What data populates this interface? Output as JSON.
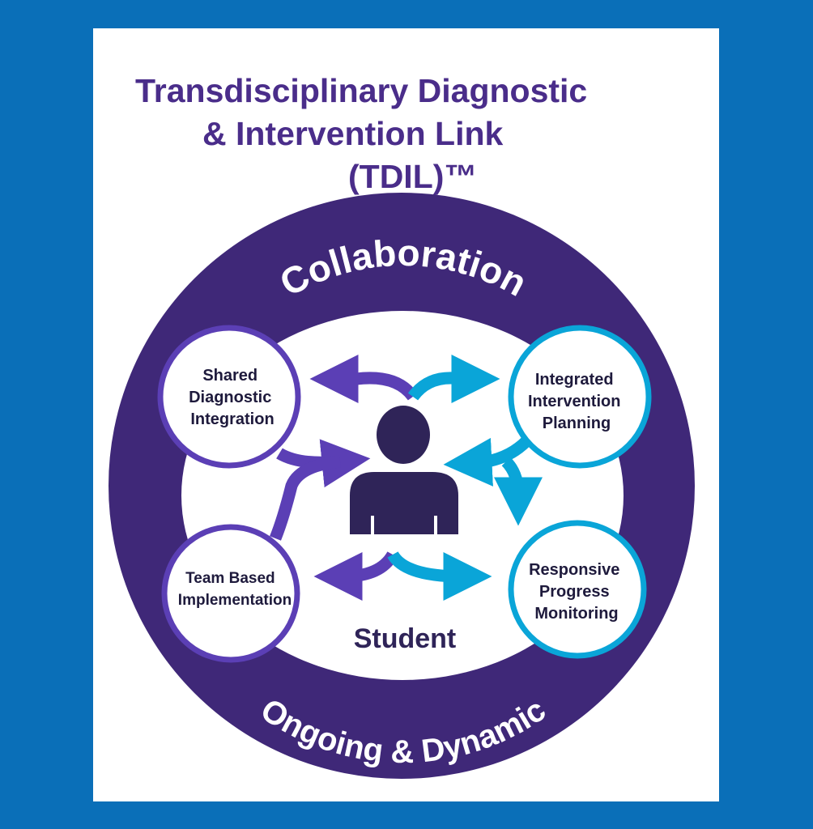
{
  "title": {
    "line1": "Transdisciplinary Diagnostic",
    "line2": "& Intervention Link",
    "line3": "(TDIL)™"
  },
  "ring": {
    "top_label": "Collaboration",
    "bottom_label": "Ongoing & Dynamic"
  },
  "nodes": {
    "shared": [
      "Shared",
      "Diagnostic",
      "Integration"
    ],
    "integrated": [
      "Integrated",
      "Intervention",
      "Planning"
    ],
    "team": [
      "Team Based",
      "Implementation"
    ],
    "responsive": [
      "Responsive",
      "Progress",
      "Monitoring"
    ]
  },
  "center": {
    "label": "Student",
    "icon": "person-icon"
  },
  "colors": {
    "frame": "#0a6fb8",
    "ring": "#3f2878",
    "purple": "#5b3fb5",
    "cyan": "#0aa5d8",
    "person": "#2f2458"
  }
}
